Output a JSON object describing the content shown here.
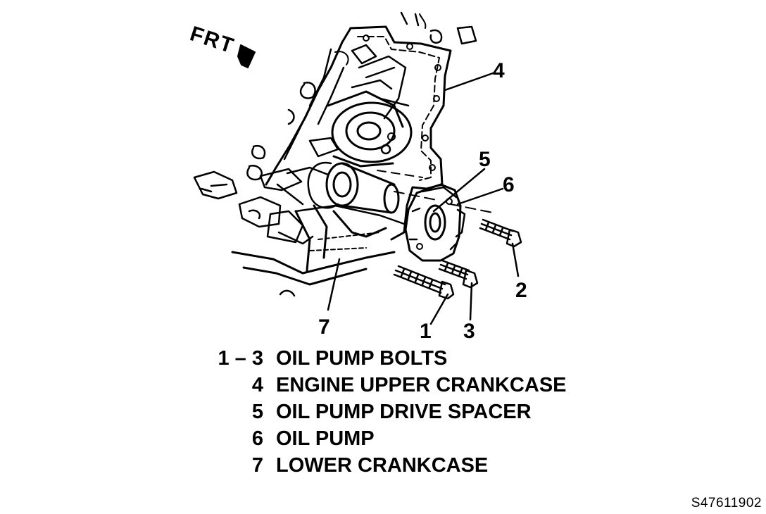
{
  "direction_label": "FRT",
  "callouts": {
    "c1": "1",
    "c2": "2",
    "c3": "3",
    "c4": "4",
    "c5": "5",
    "c6": "6",
    "c7": "7"
  },
  "legend": [
    {
      "num": "1 – 3",
      "text": "OIL PUMP BOLTS"
    },
    {
      "num": "4",
      "text": "ENGINE UPPER CRANKCASE"
    },
    {
      "num": "5",
      "text": "OIL PUMP DRIVE SPACER"
    },
    {
      "num": "6",
      "text": "OIL PUMP"
    },
    {
      "num": "7",
      "text": "LOWER CRANKCASE"
    }
  ],
  "figure_id": "S47611902",
  "colors": {
    "ink": "#000000",
    "paper": "#ffffff"
  }
}
